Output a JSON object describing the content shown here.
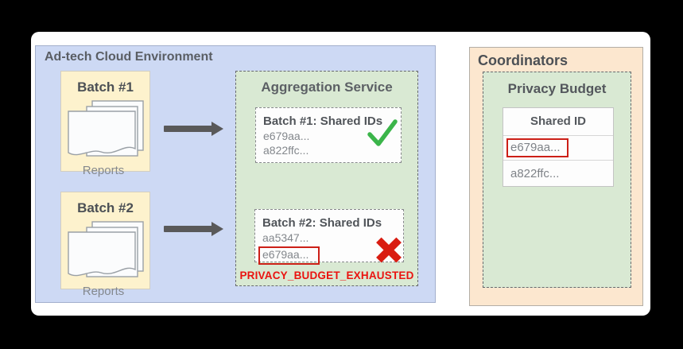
{
  "adtech": {
    "title": "Ad-tech Cloud Environment",
    "batches": [
      {
        "label": "Batch #1",
        "doc_label": "Reports"
      },
      {
        "label": "Batch #2",
        "doc_label": "Reports"
      }
    ]
  },
  "aggregation_service": {
    "title": "Aggregation Service",
    "results": [
      {
        "title": "Batch #1: Shared IDs",
        "ids": [
          "e679aa...",
          "a822ffc..."
        ],
        "status": "success",
        "status_icon": "check-icon"
      },
      {
        "title": "Batch #2: Shared IDs",
        "ids": [
          "aa5347...",
          "e679aa..."
        ],
        "highlighted_id": "e679aa...",
        "status": "failure",
        "status_icon": "x-icon"
      }
    ],
    "error_label": "PRIVACY_BUDGET_EXHAUSTED"
  },
  "coordinators": {
    "title": "Coordinators",
    "privacy_budget": {
      "title": "Privacy Budget",
      "table": {
        "header": "Shared ID",
        "rows": [
          {
            "id": "e679aa...",
            "highlighted": true
          },
          {
            "id": "a822ffc...",
            "highlighted": false
          }
        ]
      }
    }
  },
  "colors": {
    "env_bg": "#cdd9f4",
    "batch_bg": "#fdf2cd",
    "service_bg": "#d9e9d3",
    "coordinators_bg": "#fce7cf",
    "success_green": "#3bb54a",
    "error_red": "#d91c11",
    "highlight_red": "#cc1f17",
    "arrow_gray": "#595959"
  }
}
